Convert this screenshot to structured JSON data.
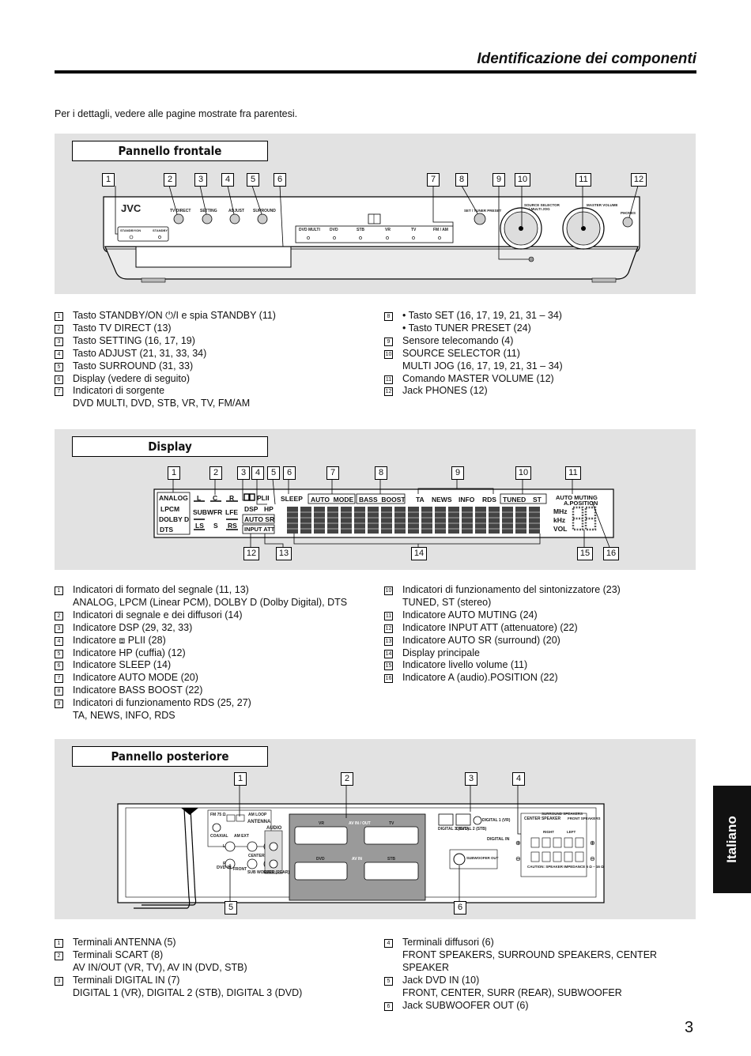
{
  "header": {
    "title": "Identificazione dei componenti"
  },
  "intro": "Per i dettagli, vedere alle pagine mostrate fra parentesi.",
  "front": {
    "label": "Pannello frontale",
    "callouts": [
      "1",
      "2",
      "3",
      "4",
      "5",
      "6",
      "7",
      "8",
      "9",
      "10",
      "11",
      "12"
    ],
    "device": {
      "brand": "JVC",
      "standby_on": "STANDBY/ON",
      "standby": "STANDBY",
      "tv_direct": "TV DIRECT",
      "setting": "SETTING",
      "adjust": "ADJUST",
      "surround": "SURROUND",
      "sources": [
        "DVD MULTI",
        "DVD",
        "STB",
        "VR",
        "TV",
        "FM / AM"
      ],
      "set_tuner": "SET / TUNER PRESET",
      "source_selector": "SOURCE SELECTOR",
      "multi_jog": "/ MULTI JOG",
      "master_volume": "MASTER VOLUME",
      "phones": "PHONES"
    },
    "legend_left": [
      {
        "n": "1",
        "lines": [
          "Tasto STANDBY/ON ⏻/I e spia STANDBY (11)"
        ]
      },
      {
        "n": "2",
        "lines": [
          "Tasto TV DIRECT (13)"
        ]
      },
      {
        "n": "3",
        "lines": [
          "Tasto SETTING (16, 17, 19)"
        ]
      },
      {
        "n": "4",
        "lines": [
          "Tasto ADJUST (21, 31, 33, 34)"
        ]
      },
      {
        "n": "5",
        "lines": [
          "Tasto SURROUND (31, 33)"
        ]
      },
      {
        "n": "6",
        "lines": [
          "Display (vedere di seguito)"
        ]
      },
      {
        "n": "7",
        "lines": [
          "Indicatori di sorgente",
          "DVD MULTI, DVD, STB, VR, TV, FM/AM"
        ]
      }
    ],
    "legend_right": [
      {
        "n": "8",
        "lines": [
          "•  Tasto SET (16, 17, 19, 21, 31 – 34)",
          "•  Tasto TUNER PRESET (24)"
        ]
      },
      {
        "n": "9",
        "lines": [
          "Sensore telecomando (4)"
        ]
      },
      {
        "n": "10",
        "lines": [
          "SOURCE SELECTOR (11)",
          "MULTI JOG (16, 17, 19, 21, 31 – 34)"
        ]
      },
      {
        "n": "11",
        "lines": [
          "Comando MASTER VOLUME (12)"
        ]
      },
      {
        "n": "12",
        "lines": [
          "Jack PHONES (12)"
        ]
      }
    ]
  },
  "display": {
    "label": "Display",
    "callouts_top": [
      "1",
      "2",
      "3",
      "4",
      "5",
      "6",
      "7",
      "8",
      "9",
      "10",
      "11"
    ],
    "callouts_bottom": [
      "12",
      "13",
      "14",
      "15",
      "16"
    ],
    "lcd": {
      "analog": "ANALOG",
      "lpcm": "LPCM",
      "dolby": "DOLBY D",
      "dts": "DTS",
      "l": "L",
      "c": "C",
      "r": "R",
      "subwfr": "SUBWFR",
      "lfe": "LFE",
      "ls": "LS",
      "s": "S",
      "rs": "RS",
      "pl2": "PLII",
      "dsp": "DSP",
      "hp": "HP",
      "auto_sr": "AUTO SR",
      "input_att": "INPUT ATT",
      "sleep": "SLEEP",
      "auto_mode": "AUTO  MODE",
      "bass_boost": "BASS  BOOST",
      "ta": "TA",
      "news": "NEWS",
      "info": "INFO",
      "rds": "RDS",
      "tuned": "TUNED",
      "st": "ST",
      "auto_muting": "AUTO MUTING",
      "a_position": "A.POSITION",
      "mhz": "MHz",
      "khz": "kHz",
      "vol": "VOL"
    },
    "legend_left": [
      {
        "n": "1",
        "lines": [
          "Indicatori di formato del segnale (11, 13)",
          "ANALOG, LPCM (Linear PCM), DOLBY D (Dolby Digital), DTS"
        ]
      },
      {
        "n": "2",
        "lines": [
          "Indicatori di segnale e dei diffusori (14)"
        ]
      },
      {
        "n": "3",
        "lines": [
          "Indicatore DSP (29, 32, 33)"
        ]
      },
      {
        "n": "4",
        "lines": [
          "Indicatore ⧈ PLII (28)"
        ]
      },
      {
        "n": "5",
        "lines": [
          "Indicatore HP (cuffia) (12)"
        ]
      },
      {
        "n": "6",
        "lines": [
          "Indicatore SLEEP (14)"
        ]
      },
      {
        "n": "7",
        "lines": [
          "Indicatore AUTO MODE (20)"
        ]
      },
      {
        "n": "8",
        "lines": [
          "Indicatore BASS BOOST (22)"
        ]
      },
      {
        "n": "9",
        "lines": [
          "Indicatori di funzionamento RDS (25, 27)",
          "TA, NEWS, INFO, RDS"
        ]
      }
    ],
    "legend_right": [
      {
        "n": "10",
        "lines": [
          "Indicatori di funzionamento del sintonizzatore (23)",
          "TUNED, ST (stereo)"
        ]
      },
      {
        "n": "11",
        "lines": [
          "Indicatore AUTO MUTING (24)"
        ]
      },
      {
        "n": "12",
        "lines": [
          "Indicatore INPUT ATT (attenuatore) (22)"
        ]
      },
      {
        "n": "13",
        "lines": [
          "Indicatore AUTO SR (surround) (20)"
        ]
      },
      {
        "n": "14",
        "lines": [
          "Display principale"
        ]
      },
      {
        "n": "15",
        "lines": [
          "Indicatore livello volume (11)"
        ]
      },
      {
        "n": "16",
        "lines": [
          "Indicatore A (audio).POSITION (22)"
        ]
      }
    ]
  },
  "rear": {
    "label": "Pannello posteriore",
    "callouts_top": [
      "1",
      "2",
      "3",
      "4"
    ],
    "callouts_bottom": [
      "5",
      "6"
    ],
    "device": {
      "fm": "FM 75 Ω",
      "coaxial": "COAXIAL",
      "am_loop": "AM LOOP",
      "am_ext": "AM EXT",
      "antenna": "ANTENNA",
      "audio": "AUDIO",
      "dvd_in": "DVD IN",
      "front": "FRONT",
      "center": "CENTER",
      "sub_woofer": "SUB WOOFER",
      "surr_rear": "SURR (REAR)",
      "l": "L",
      "r": "R",
      "vr": "VR",
      "tv": "TV",
      "av_in_out": "AV IN / OUT",
      "dvd": "DVD",
      "stb": "STB",
      "av_in": "AV IN",
      "digital1": "DIGITAL 1 (VR)",
      "digital2": "DIGITAL 2 (STB)",
      "digital3": "DIGITAL 3 (DVD)",
      "digital_in": "DIGITAL IN",
      "subwoofer_out": "SUBWOOFER OUT",
      "center_speaker": "CENTER SPEAKER",
      "surround_speakers": "SURROUND SPEAKERS",
      "front_speakers": "FRONT SPEAKERS",
      "right": "RIGHT",
      "left": "LEFT",
      "caution": "CAUTION: SPEAKER IMPEDANCE 6 Ω – 16 Ω"
    },
    "legend_left": [
      {
        "n": "1",
        "lines": [
          "Terminali ANTENNA (5)"
        ]
      },
      {
        "n": "2",
        "lines": [
          "Terminali SCART (8)",
          "AV IN/OUT (VR, TV), AV IN (DVD, STB)"
        ]
      },
      {
        "n": "3",
        "lines": [
          "Terminali DIGITAL IN (7)",
          "DIGITAL 1 (VR), DIGITAL 2 (STB), DIGITAL 3 (DVD)"
        ]
      }
    ],
    "legend_right": [
      {
        "n": "4",
        "lines": [
          "Terminali diffusori (6)",
          "FRONT SPEAKERS, SURROUND SPEAKERS, CENTER",
          "SPEAKER"
        ]
      },
      {
        "n": "5",
        "lines": [
          "Jack DVD IN (10)",
          "FRONT, CENTER, SURR (REAR), SUBWOOFER"
        ]
      },
      {
        "n": "6",
        "lines": [
          "Jack SUBWOOFER OUT (6)"
        ]
      }
    ]
  },
  "side_tab": "Italiano",
  "page_number": "3"
}
